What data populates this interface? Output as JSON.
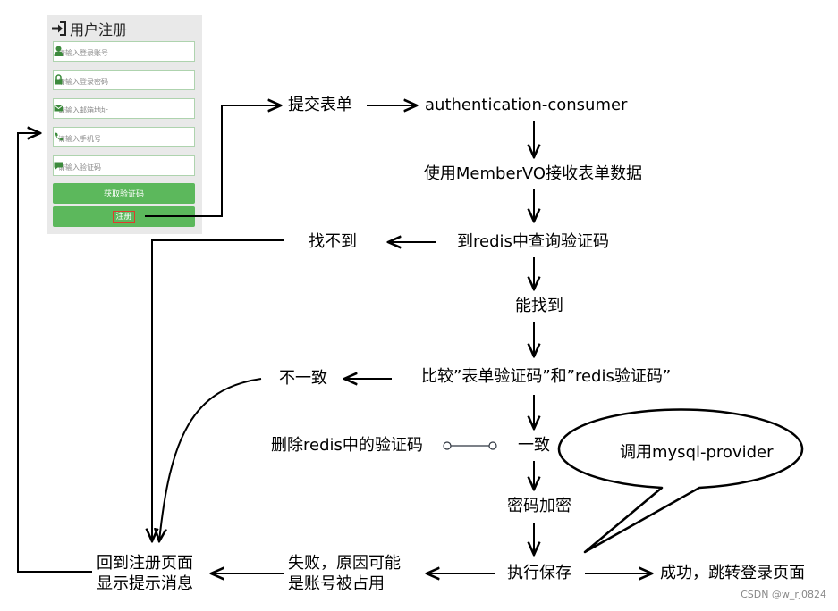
{
  "form": {
    "title": "用户注册",
    "fields": [
      {
        "placeholder": "请输入登录账号",
        "icon": "user-icon"
      },
      {
        "placeholder": "请输入登录密码",
        "icon": "lock-icon"
      },
      {
        "placeholder": "请输入邮箱地址",
        "icon": "envelope-icon"
      },
      {
        "placeholder": "请输入手机号",
        "icon": "phone-icon"
      },
      {
        "placeholder": "请输入验证码",
        "icon": "comment-icon"
      }
    ],
    "get_code_label": "获取验证码",
    "register_label": "注册",
    "accent_color": "#5cb85c",
    "highlight_color": "#e03a2d"
  },
  "flow": {
    "submit": "提交表单",
    "consumer": "authentication-consumer",
    "receive": "使用MemberVO接收表单数据",
    "query": "到redis中查询验证码",
    "not_found": "找不到",
    "found": "能找到",
    "compare": "比较”表单验证码”和”redis验证码”",
    "mismatch": "不一致",
    "match": "一致",
    "delete": "删除redis中的验证码",
    "encrypt": "密码加密",
    "save": "执行保存",
    "fail": "失败，原因可能\n是账号被占用",
    "success": "成功，跳转登录页面",
    "back": "回到注册页面\n显示提示消息",
    "callout": "调用mysql-provider"
  },
  "watermark": "CSDN @w_rj0824"
}
